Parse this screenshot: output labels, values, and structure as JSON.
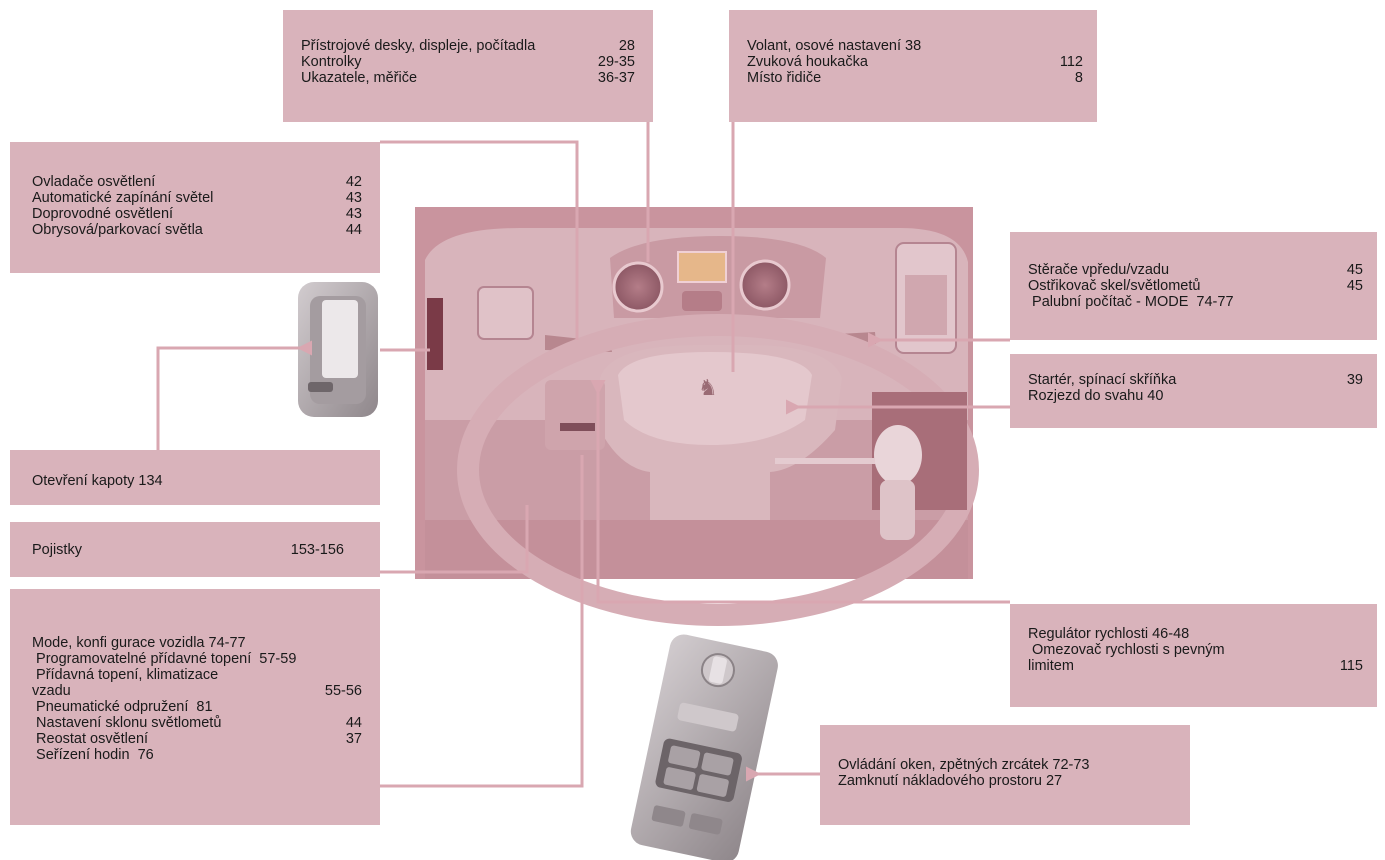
{
  "colors": {
    "box_bg": "#d9b3bb",
    "photo_pink": "#c9949e",
    "line": "#d9a7b1"
  },
  "boxes": {
    "instruments": [
      {
        "label": "Přístrojové desky, displeje, počítadla",
        "page": "28"
      },
      {
        "label": "Kontrolky",
        "page": "29-35"
      },
      {
        "label": "Ukazatele, měřiče",
        "page": "36-37"
      }
    ],
    "steering": [
      {
        "label": "Volant, osové nastavení  38",
        "page": ""
      },
      {
        "label": "Zvuková houkačka",
        "page": "112"
      },
      {
        "label": "Místo řidiče",
        "page": "8"
      }
    ],
    "lighting": [
      {
        "label": "Ovladače osvětlení",
        "page": "42"
      },
      {
        "label": "Automatické zapínání světel",
        "page": "43"
      },
      {
        "label": "Doprovodné osvětlení",
        "page": "43"
      },
      {
        "label": "Obrysová/parkovací světla",
        "page": "44"
      }
    ],
    "wipers": [
      {
        "label": "Stěrače vpředu/vzadu",
        "page": "45"
      },
      {
        "label": "Ostřikovač skel/světlometů",
        "page": "45"
      },
      {
        "label": " Palubní počítač - MODE  74-77",
        "page": ""
      }
    ],
    "starter": [
      {
        "label": "Startér, spínací skříňka",
        "page": "39"
      },
      {
        "label": "Rozjezd do svahu  40",
        "page": ""
      }
    ],
    "bonnet": [
      {
        "label": "Otevření kapoty  134",
        "page": ""
      }
    ],
    "fuses": [
      {
        "label": "Pojistky",
        "page": "153-156"
      }
    ],
    "cruise": [
      {
        "label": "Regulátor rychlosti  46-48",
        "page": ""
      },
      {
        "label": " Omezovač rychlosti s pevným",
        "page": ""
      },
      {
        "label": "limitem",
        "page": "115"
      }
    ],
    "mode": [
      {
        "label": "Mode, konfi gurace vozidla  74-77",
        "page": ""
      },
      {
        "label": " Programovatelné přídavné topení  57-59",
        "page": ""
      },
      {
        "label": " Přídavná topení, klimatizace",
        "page": ""
      },
      {
        "label": "vzadu",
        "page": "55-56"
      },
      {
        "label": " Pneumatické odpružení  81",
        "page": ""
      },
      {
        "label": " Nastavení sklonu světlometů",
        "page": "44"
      },
      {
        "label": " Reostat osvětlení",
        "page": "37"
      },
      {
        "label": " Seřízení hodin  76",
        "page": ""
      }
    ],
    "windows": [
      {
        "label": "Ovládání oken, zpětných zrcátek  72-73",
        "page": ""
      },
      {
        "label": "Zamknutí nákladového prostoru  27",
        "page": ""
      }
    ]
  }
}
